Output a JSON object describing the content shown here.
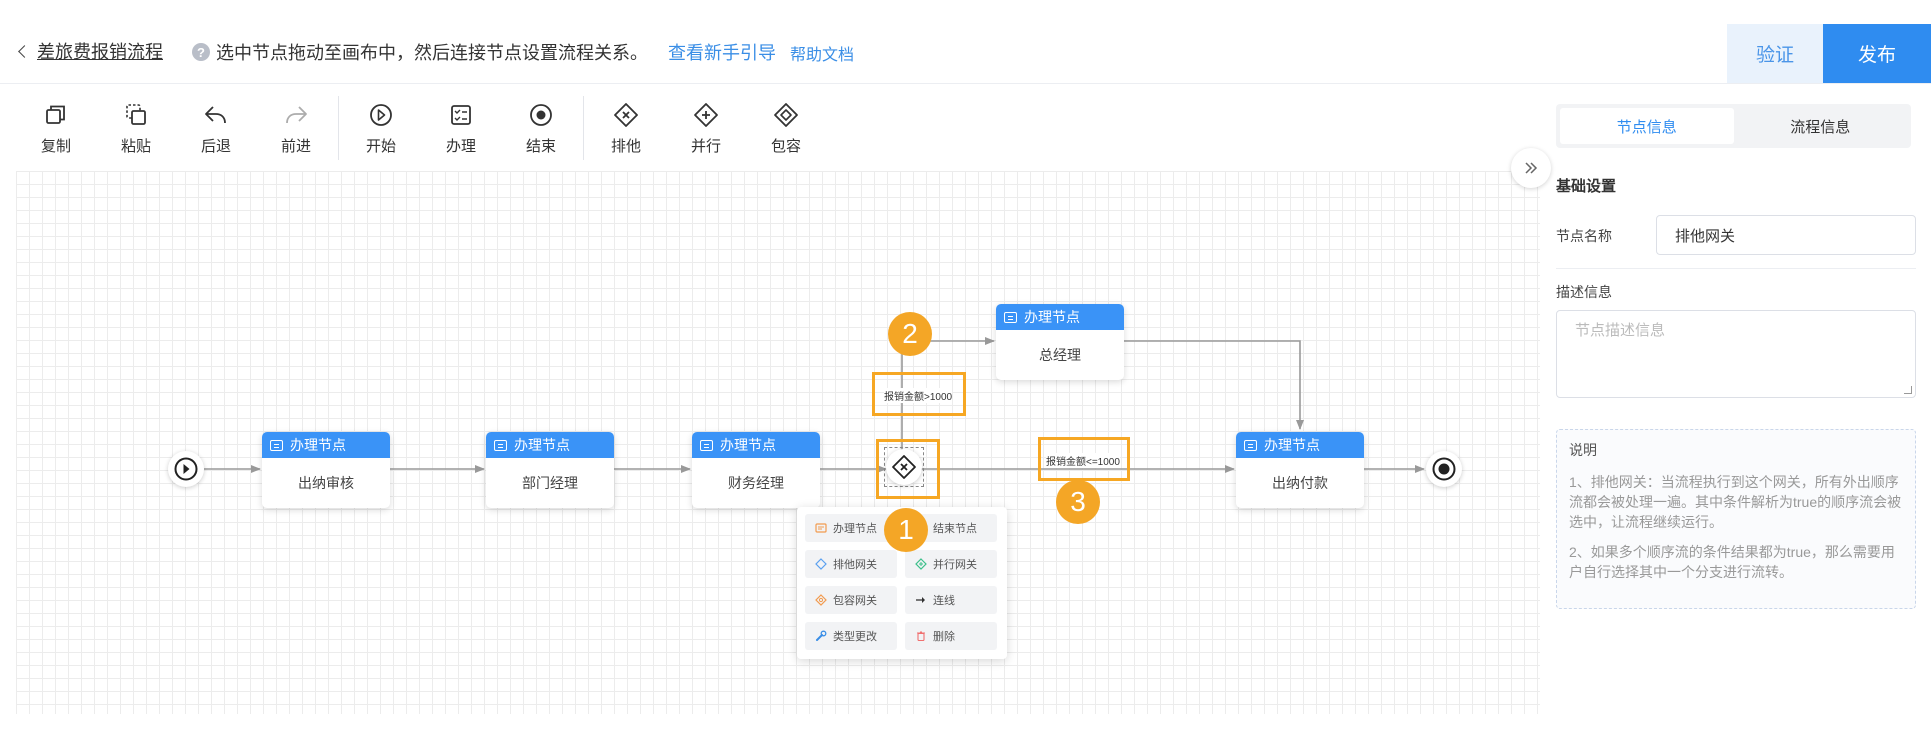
{
  "header": {
    "process_title": "差旅费报销流程",
    "hint_text": "选中节点拖动至画布中，然后连接节点设置流程关系。",
    "guide_link": "查看新手引导",
    "help_link": "帮助文档",
    "verify_label": "验证",
    "publish_label": "发布"
  },
  "toolbar": {
    "copy": "复制",
    "paste": "粘贴",
    "undo": "后退",
    "redo": "前进",
    "start": "开始",
    "handle": "办理",
    "end": "结束",
    "exclusive": "排他",
    "parallel": "并行",
    "inclusive": "包容"
  },
  "flow": {
    "node_type": "办理节点",
    "nodes": {
      "cashier_review": "出纳审核",
      "dept_manager": "部门经理",
      "finance_manager": "财务经理",
      "general_manager": "总经理",
      "cashier_payment": "出纳付款"
    },
    "edge_labels": {
      "over_1000": "报销金额>1000",
      "under_1000": "报销金额<=1000"
    },
    "badges": [
      "1",
      "2",
      "3"
    ]
  },
  "popup_menu": {
    "items": [
      "办理节点",
      "结束节点",
      "排他网关",
      "并行网关",
      "包容网关",
      "连线",
      "类型更改",
      "删除"
    ]
  },
  "panel": {
    "tabs": [
      "节点信息",
      "流程信息"
    ],
    "section_title": "基础设置",
    "name_label": "节点名称",
    "name_value": "排他网关",
    "desc_label": "描述信息",
    "desc_placeholder": "节点描述信息",
    "note_title": "说明",
    "note_p1": "1、排他网关：当流程执行到这个网关，所有外出顺序流都会被处理一遍。其中条件解析为true的顺序流会被选中，让流程继续运行。",
    "note_p2": "2、如果多个顺序流的条件结果都为true，那么需要用户自行选择其中一个分支进行流转。"
  },
  "colors": {
    "primary": "#2f8cf0",
    "node_header": "#3a93f7",
    "highlight": "#f6a723",
    "badge": "#f4a626"
  }
}
